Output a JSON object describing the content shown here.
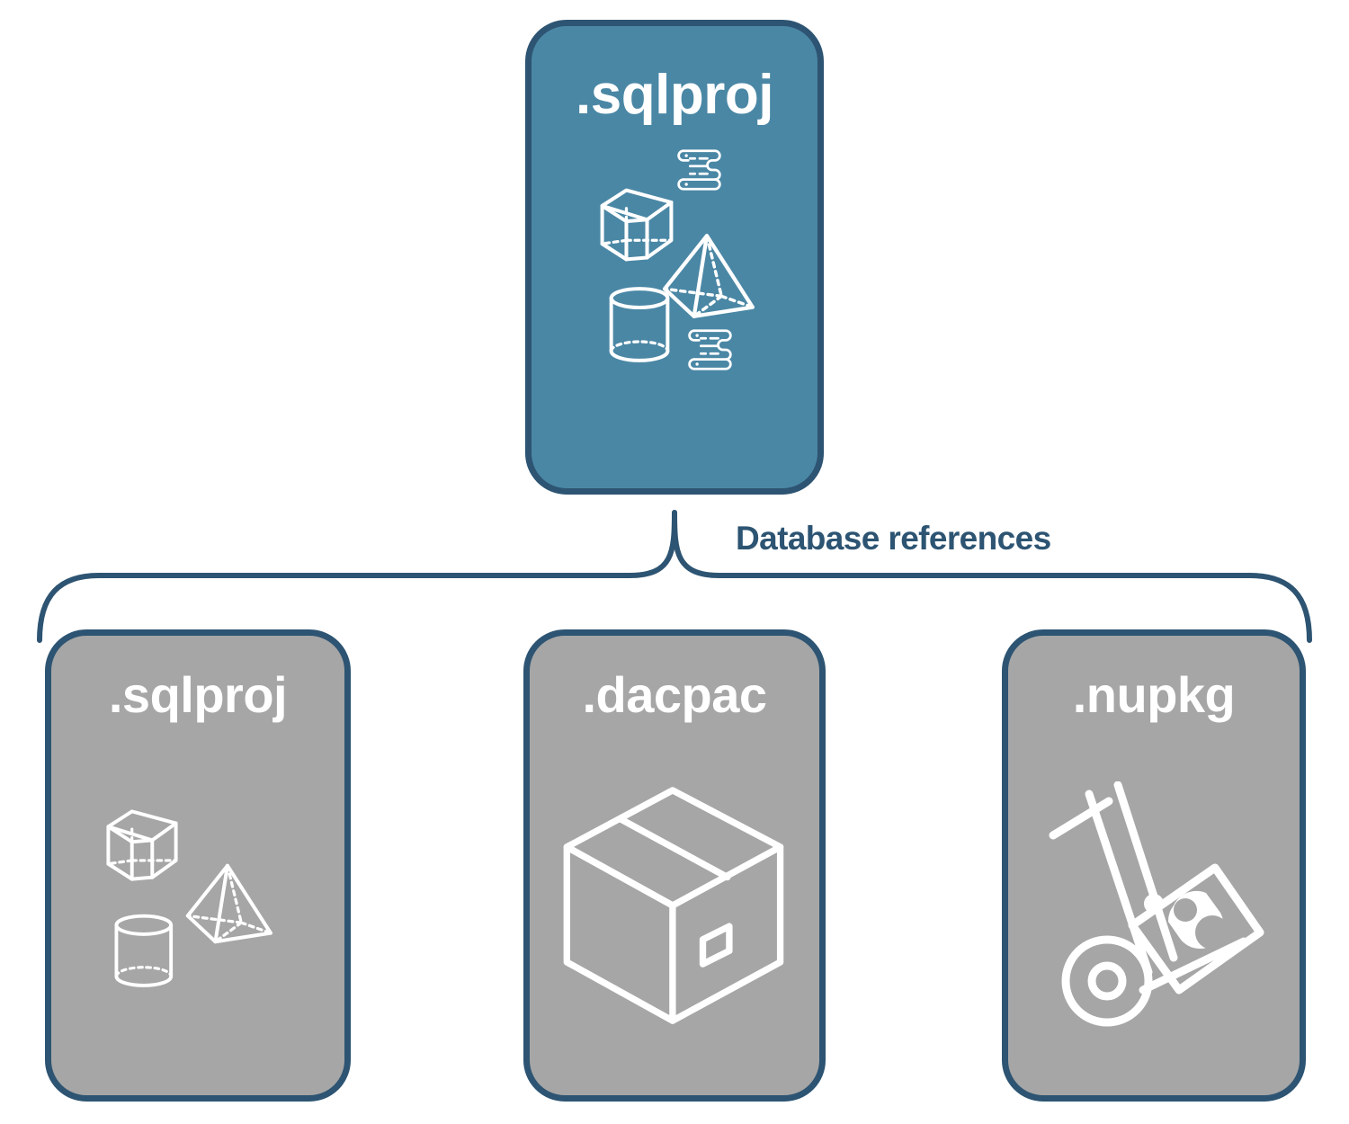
{
  "diagram": {
    "title": "SQL project database references",
    "background_color": "#ffffff",
    "accent_border_color": "#2d5472",
    "root_fill_color": "#4a87a5",
    "reference_fill_color": "#a6a6a6",
    "icon_color": "#ffffff"
  },
  "root_node": {
    "label": ".sqlproj",
    "icons": [
      "cube-wireframe-icon",
      "pyramid-wireframe-icon",
      "cylinder-wireframe-icon",
      "script-scroll-icon",
      "script-scroll-icon"
    ]
  },
  "connector": {
    "label": "Database references",
    "style": "curly-brace",
    "color": "#2d5472"
  },
  "reference_nodes": [
    {
      "label": ".sqlproj",
      "icons": [
        "cube-wireframe-icon",
        "pyramid-wireframe-icon",
        "cylinder-wireframe-icon"
      ]
    },
    {
      "label": ".dacpac",
      "icons": [
        "package-box-icon"
      ]
    },
    {
      "label": ".nupkg",
      "icons": [
        "hand-truck-nuget-icon"
      ]
    }
  ]
}
